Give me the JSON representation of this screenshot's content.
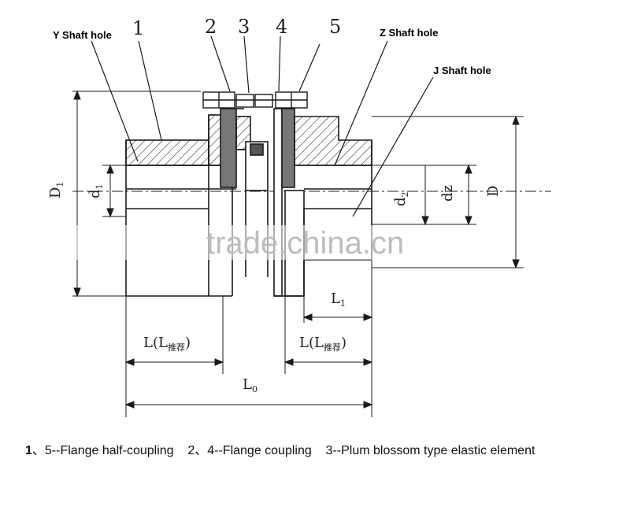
{
  "callouts": {
    "y_shaft_hole": "Y Shaft hole",
    "z_shaft_hole": "Z Shaft hole",
    "j_shaft_hole": "J Shaft hole"
  },
  "part_numbers": [
    "1",
    "2",
    "3",
    "4",
    "5"
  ],
  "dimensions": {
    "D1": "D",
    "D1_sub": "1",
    "d1": "d",
    "d1_sub": "1",
    "d2": "d",
    "d2_sub": "2",
    "dz": "dz",
    "D": "D",
    "L1": "L",
    "L1_sub": "1",
    "L_left": "L(L",
    "L_left_sub": "推荐",
    "L_left_close": ")",
    "L_right": "L(L",
    "L_right_sub": "推荐",
    "L_right_close": ")",
    "L0": "L",
    "L0_sub": "0"
  },
  "watermark": "trade.china.cn",
  "caption": {
    "lead": "1",
    "rest": "、5--Flange half-coupling    2、4--Flange coupling    3--Plum blossom type elastic element"
  },
  "colors": {
    "line": "#1a1a1a",
    "hatch": "#333333",
    "watermark": "#bdbdbd"
  }
}
